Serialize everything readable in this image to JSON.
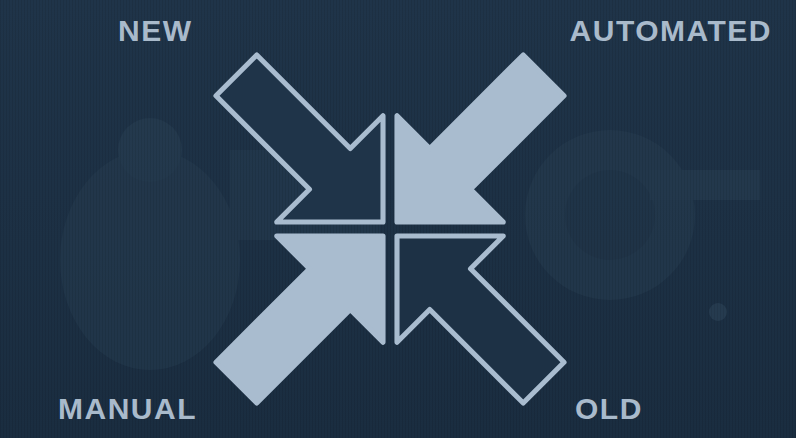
{
  "diagram": {
    "labels": [
      "NEW",
      "AUTOMATED",
      "MANUAL",
      "OLD"
    ]
  }
}
